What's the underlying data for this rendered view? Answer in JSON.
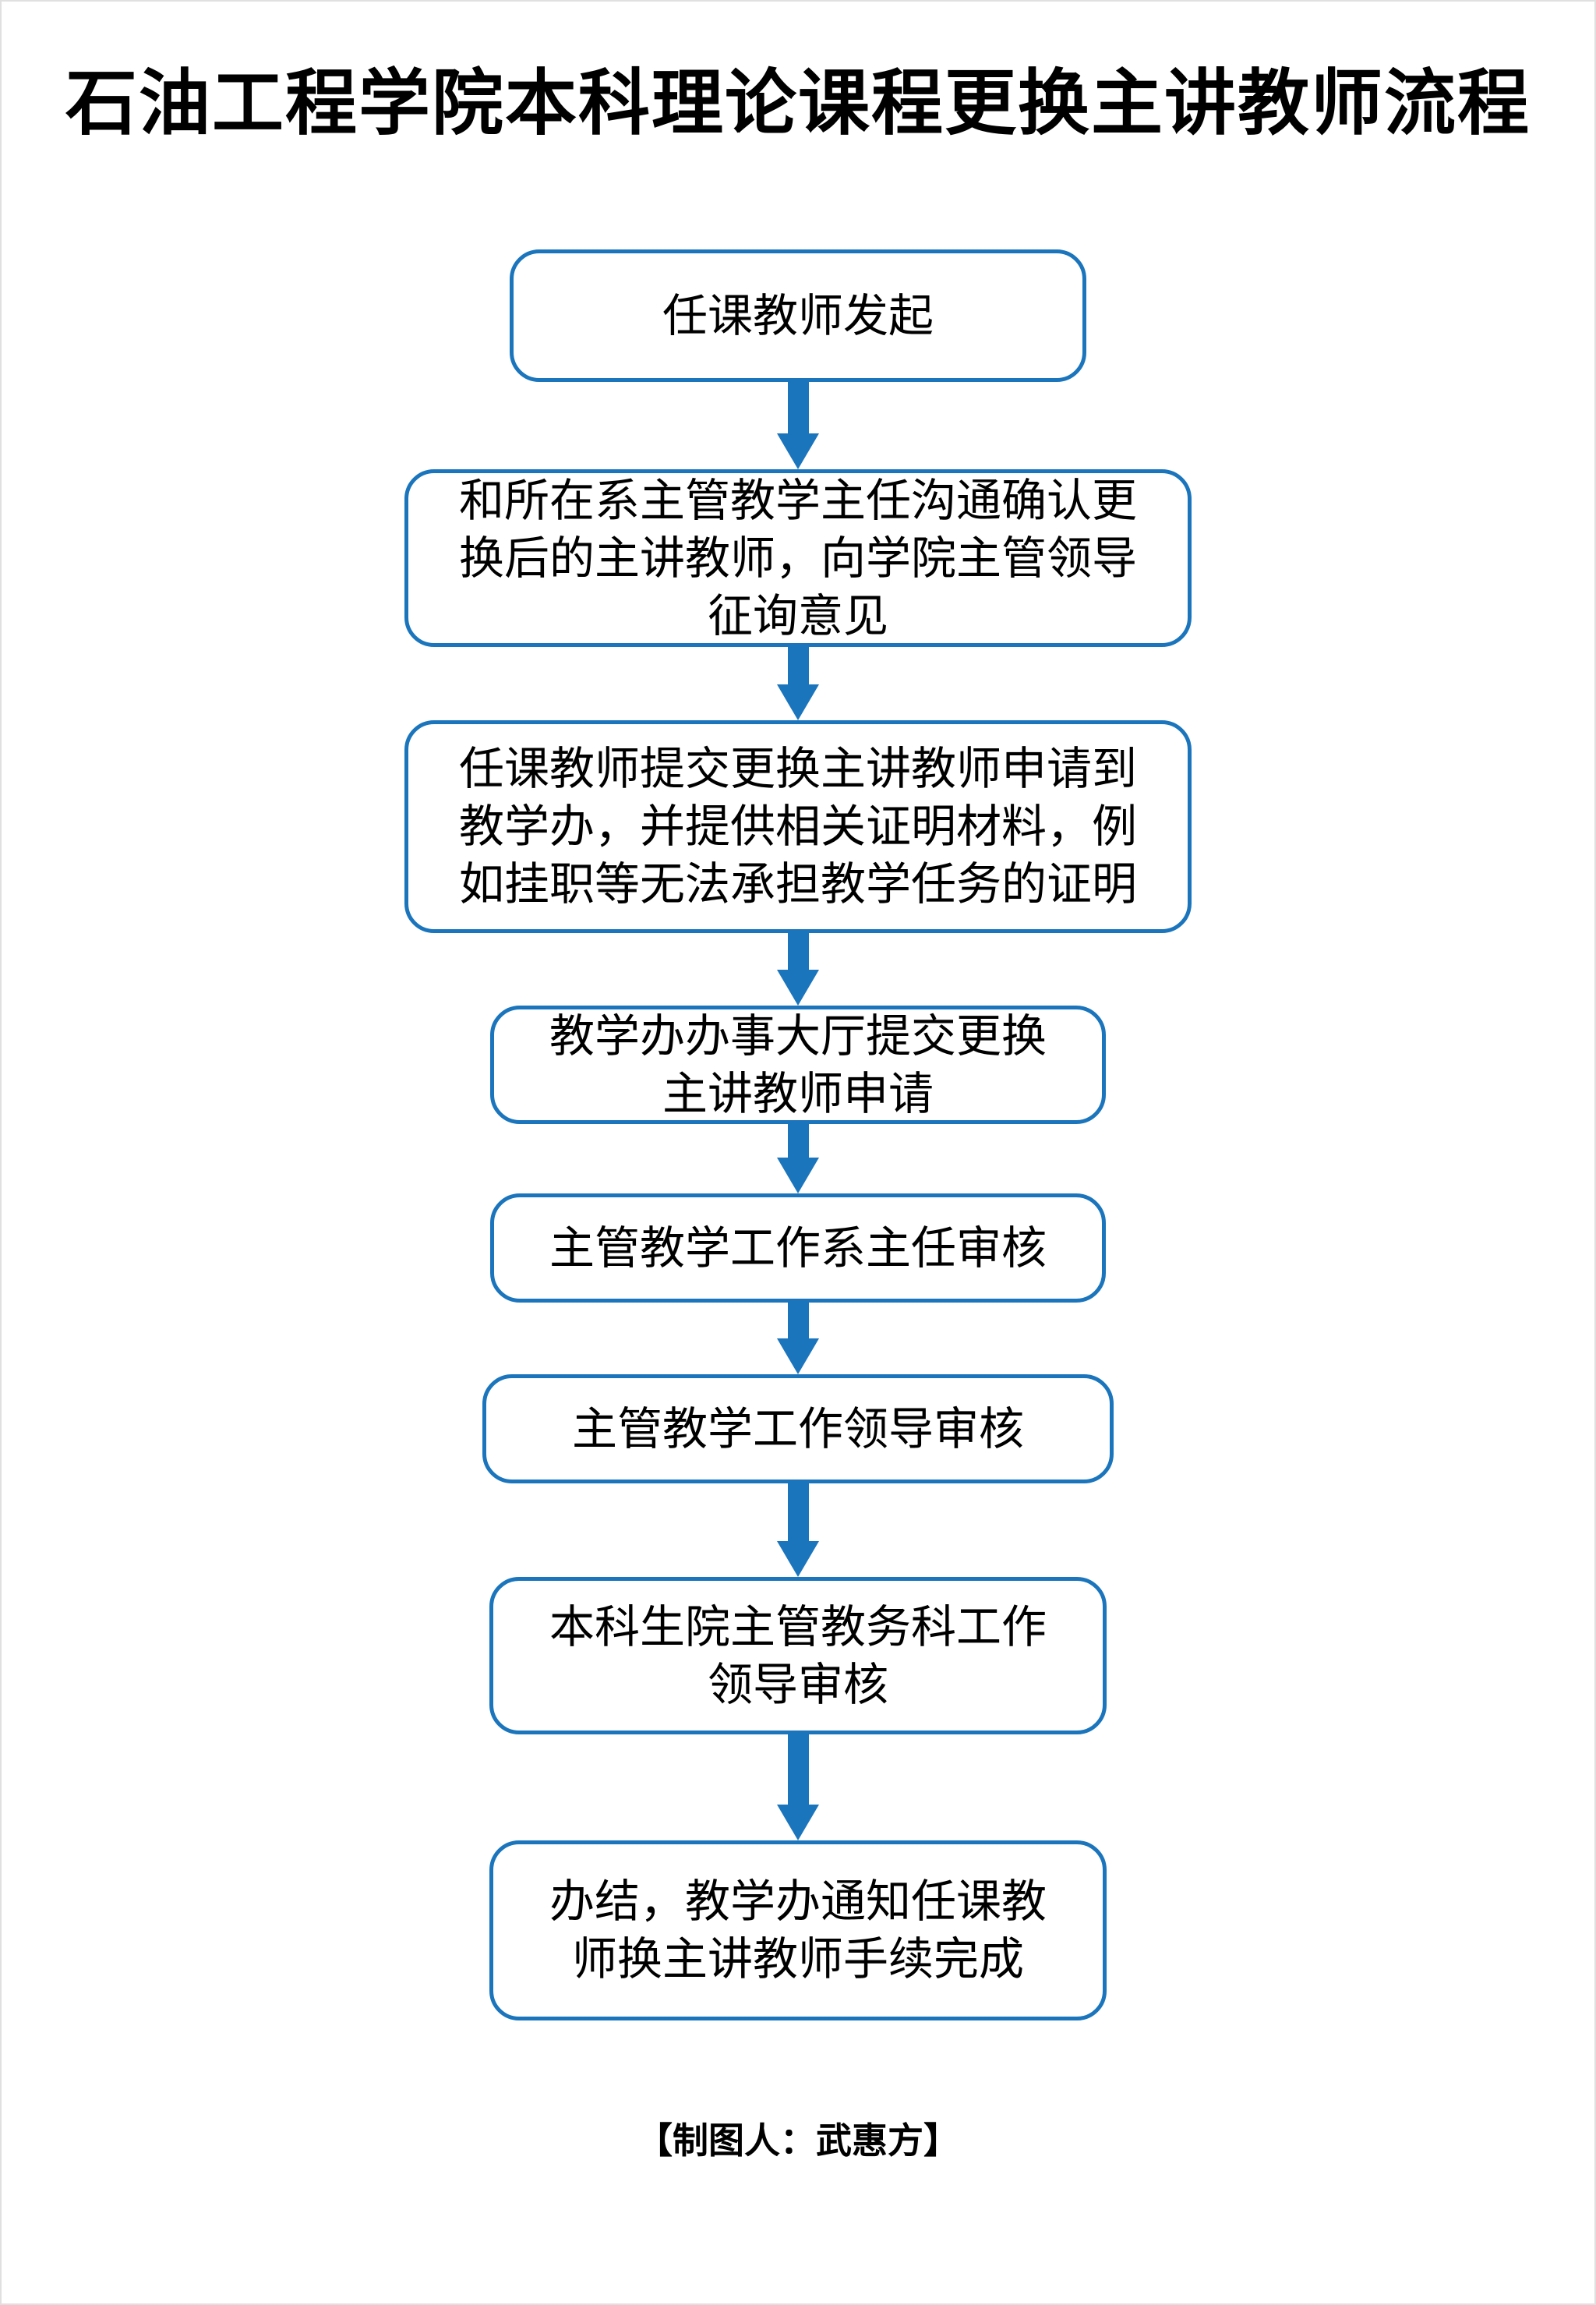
{
  "page": {
    "title": "石油工程学院本科理论课程更换主讲教师流程",
    "footer_credit": "【制图人：武惠方】"
  },
  "colors": {
    "accent_blue": "#1b75bc",
    "text": "#000000",
    "background": "#ffffff"
  },
  "flow": {
    "steps": [
      {
        "label": "start",
        "lines": [
          "任课教师发起"
        ]
      },
      {
        "label": "confirm-with-department",
        "lines": [
          "和所在系主管教学主任沟通确认更",
          "换后的主讲教师，向学院主管领导",
          "征询意见"
        ]
      },
      {
        "label": "submit-application-materials",
        "lines": [
          "任课教师提交更换主讲教师申请到",
          "教学办，并提供相关证明材料，例",
          "如挂职等无法承担教学任务的证明"
        ]
      },
      {
        "label": "submit-at-service-hall",
        "lines": [
          "教学办办事大厅提交更换",
          "主讲教师申请"
        ]
      },
      {
        "label": "department-director-review",
        "lines": [
          "主管教学工作系主任审核"
        ]
      },
      {
        "label": "teaching-leader-review",
        "lines": [
          "主管教学工作领导审核"
        ]
      },
      {
        "label": "undergraduate-school-review",
        "lines": [
          "本科生院主管教务科工作",
          "领导审核"
        ]
      },
      {
        "label": "completion-notice",
        "lines": [
          "办结，教学办通知任课教",
          "师换主讲教师手续完成"
        ]
      }
    ]
  }
}
